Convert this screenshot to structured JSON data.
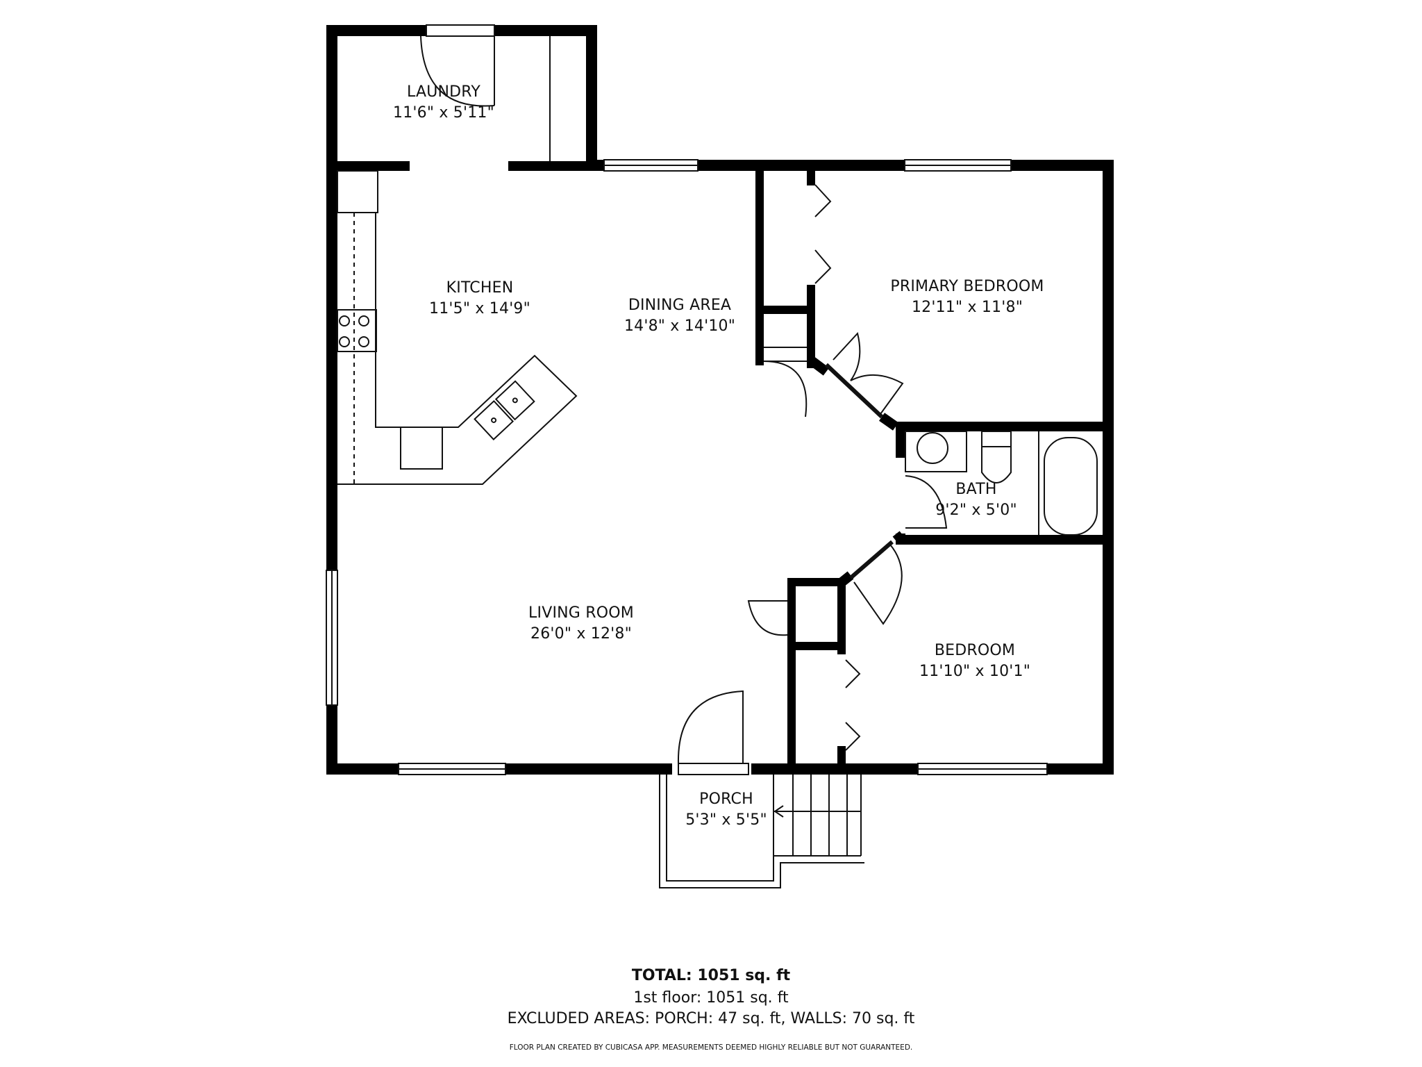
{
  "rooms": {
    "laundry": {
      "name": "LAUNDRY",
      "dims": "11'6\" x 5'11\""
    },
    "kitchen": {
      "name": "KITCHEN",
      "dims": "11'5\" x 14'9\""
    },
    "dining": {
      "name": "DINING AREA",
      "dims": "14'8\" x 14'10\""
    },
    "primary_bedroom": {
      "name": "PRIMARY BEDROOM",
      "dims": "12'11\" x 11'8\""
    },
    "bath": {
      "name": "BATH",
      "dims": "9'2\" x 5'0\""
    },
    "living": {
      "name": "LIVING ROOM",
      "dims": "26'0\" x 12'8\""
    },
    "bedroom": {
      "name": "BEDROOM",
      "dims": "11'10\" x 10'1\""
    },
    "porch": {
      "name": "PORCH",
      "dims": "5'3\" x 5'5\""
    }
  },
  "summary": {
    "total": "TOTAL: 1051 sq. ft",
    "first_floor": "1st floor: 1051 sq. ft",
    "excluded": "EXCLUDED AREAS: PORCH: 47 sq. ft, WALLS: 70 sq. ft",
    "disclaimer": "FLOOR PLAN CREATED BY CUBICASA APP. MEASUREMENTS DEEMED HIGHLY RELIABLE BUT NOT GUARANTEED."
  },
  "colors": {
    "wall": "#000000",
    "line": "#111111",
    "background": "#ffffff"
  }
}
